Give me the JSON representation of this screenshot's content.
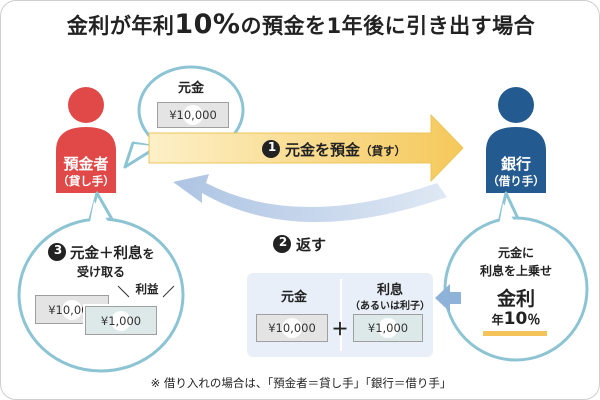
{
  "title": {
    "prefix": "金利が年利",
    "rate": "10%",
    "suffix": "の預金を1年後に引き出す場合"
  },
  "lender": {
    "name": "預金者",
    "role": "（貸し手）"
  },
  "bank": {
    "name": "銀行",
    "role": "（借り手）"
  },
  "principal_bubble": {
    "label": "元金",
    "bill": "¥10,000"
  },
  "step1": {
    "number": "1",
    "label": "元金を預金",
    "sub": "（貸す）"
  },
  "step2": {
    "number": "2",
    "label": "返す"
  },
  "step3": {
    "number": "3",
    "label_a": "元金＋利息",
    "label_b": "を",
    "label_c": "受け取る",
    "interest_tag": "利益",
    "bill_back": "¥10,000",
    "bill_front": "¥1,000"
  },
  "bank_bubble": {
    "line1": "元金に",
    "line2": "利息を上乗せ",
    "rate_label": "金利",
    "rate_prefix": "年",
    "rate_value": "10",
    "rate_unit": "％"
  },
  "sum_box": {
    "principal_label": "元金",
    "interest_label": "利息",
    "interest_sub": "（あるいは利子）",
    "principal_bill": "¥10,000",
    "plus": "＋",
    "interest_bill": "¥1,000"
  },
  "footnote": "※ 借り入れの場合は、「預金者＝貸し手」「銀行＝借り手」",
  "colors": {
    "lender": "#e14848",
    "bank": "#235a8f",
    "arrow_right": "#f5c85a",
    "arrow_back": "#b6cbe6",
    "bubble_border": "#8cc4d4",
    "sum_box": "#e9eff8",
    "marker": "#f4c45a",
    "small_arrow": "#8fb3d8"
  }
}
